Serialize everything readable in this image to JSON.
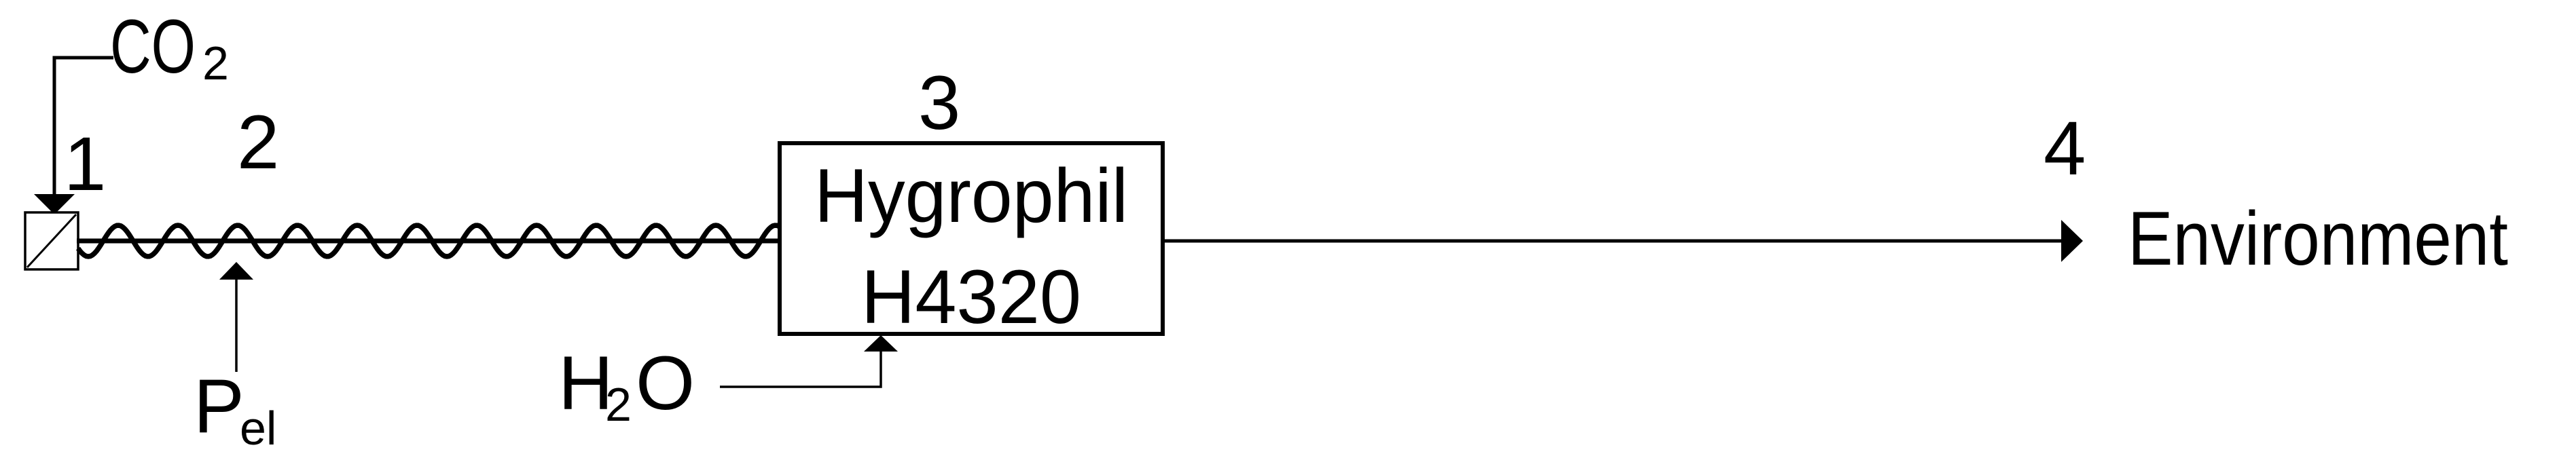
{
  "colors": {
    "ink": "#000000",
    "paper": "#ffffff"
  },
  "streams": {
    "1": "1",
    "2": "2",
    "3": "3",
    "4": "4"
  },
  "inputs": {
    "co2": {
      "base": "CO",
      "sub": "2"
    },
    "pel": {
      "base": "P",
      "sub": "el"
    },
    "h2o": {
      "h": "H",
      "sub": "2",
      "o": "O"
    }
  },
  "analyzer": {
    "line1": "Hygrophil",
    "line2": "H4320"
  },
  "sink": {
    "label": "Environment"
  }
}
